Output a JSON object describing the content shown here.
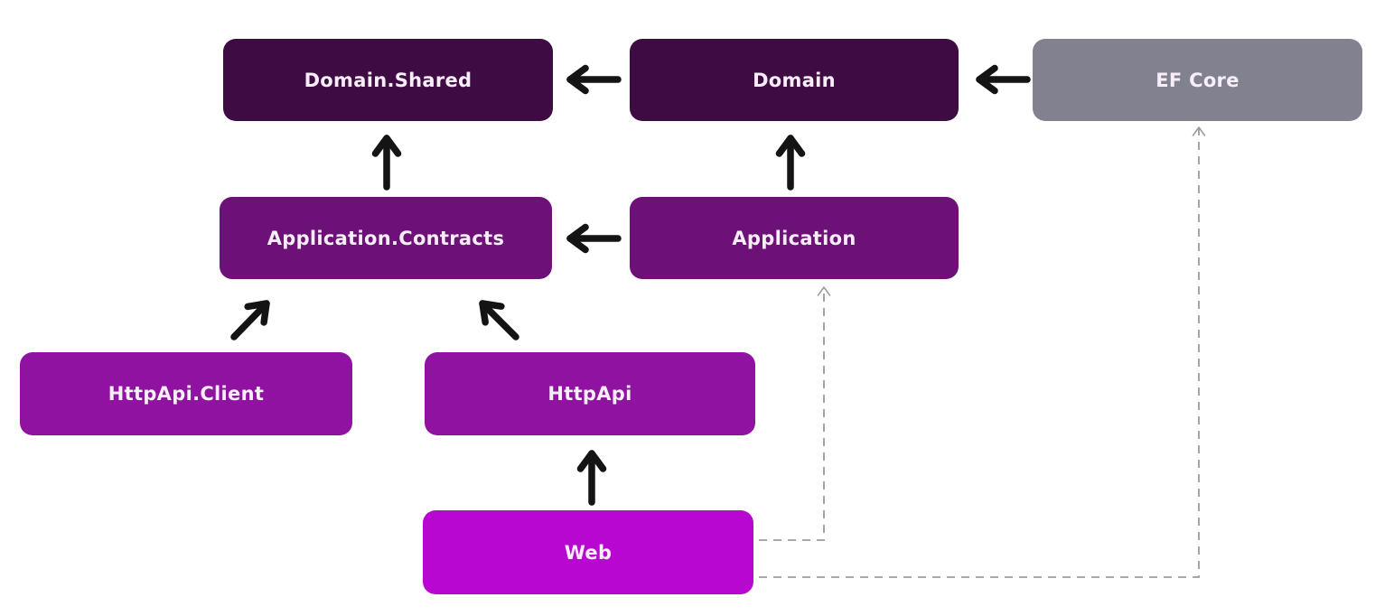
{
  "diagram": {
    "type": "dependency-diagram",
    "background": "#ffffff",
    "boxes": [
      {
        "id": "domain-shared",
        "label": "Domain.Shared",
        "color": "#3e0b42"
      },
      {
        "id": "domain",
        "label": "Domain",
        "color": "#3e0b42"
      },
      {
        "id": "ef-core",
        "label": "EF Core",
        "color": "#82818f"
      },
      {
        "id": "application-contracts",
        "label": "Application.Contracts",
        "color": "#6d1077"
      },
      {
        "id": "application",
        "label": "Application",
        "color": "#6d1077"
      },
      {
        "id": "httpapi-client",
        "label": "HttpApi.Client",
        "color": "#8f12a0"
      },
      {
        "id": "httpapi",
        "label": "HttpApi",
        "color": "#8f12a0"
      },
      {
        "id": "web",
        "label": "Web",
        "color": "#b807d0"
      }
    ],
    "edges": [
      {
        "from": "Domain",
        "to": "Domain.Shared",
        "style": "solid"
      },
      {
        "from": "EF Core",
        "to": "Domain",
        "style": "solid"
      },
      {
        "from": "Application.Contracts",
        "to": "Domain.Shared",
        "style": "solid"
      },
      {
        "from": "Application",
        "to": "Domain",
        "style": "solid"
      },
      {
        "from": "Application",
        "to": "Application.Contracts",
        "style": "solid"
      },
      {
        "from": "HttpApi.Client",
        "to": "Application.Contracts",
        "style": "solid"
      },
      {
        "from": "HttpApi",
        "to": "Application.Contracts",
        "style": "solid"
      },
      {
        "from": "Web",
        "to": "HttpApi",
        "style": "solid"
      },
      {
        "from": "Web",
        "to": "Application",
        "style": "dashed"
      },
      {
        "from": "Web",
        "to": "EF Core",
        "style": "dashed"
      }
    ],
    "colors": {
      "solid_arrow": "#141414",
      "dashed_line": "#9b9ba6",
      "label_text": "#f7eefa"
    }
  }
}
